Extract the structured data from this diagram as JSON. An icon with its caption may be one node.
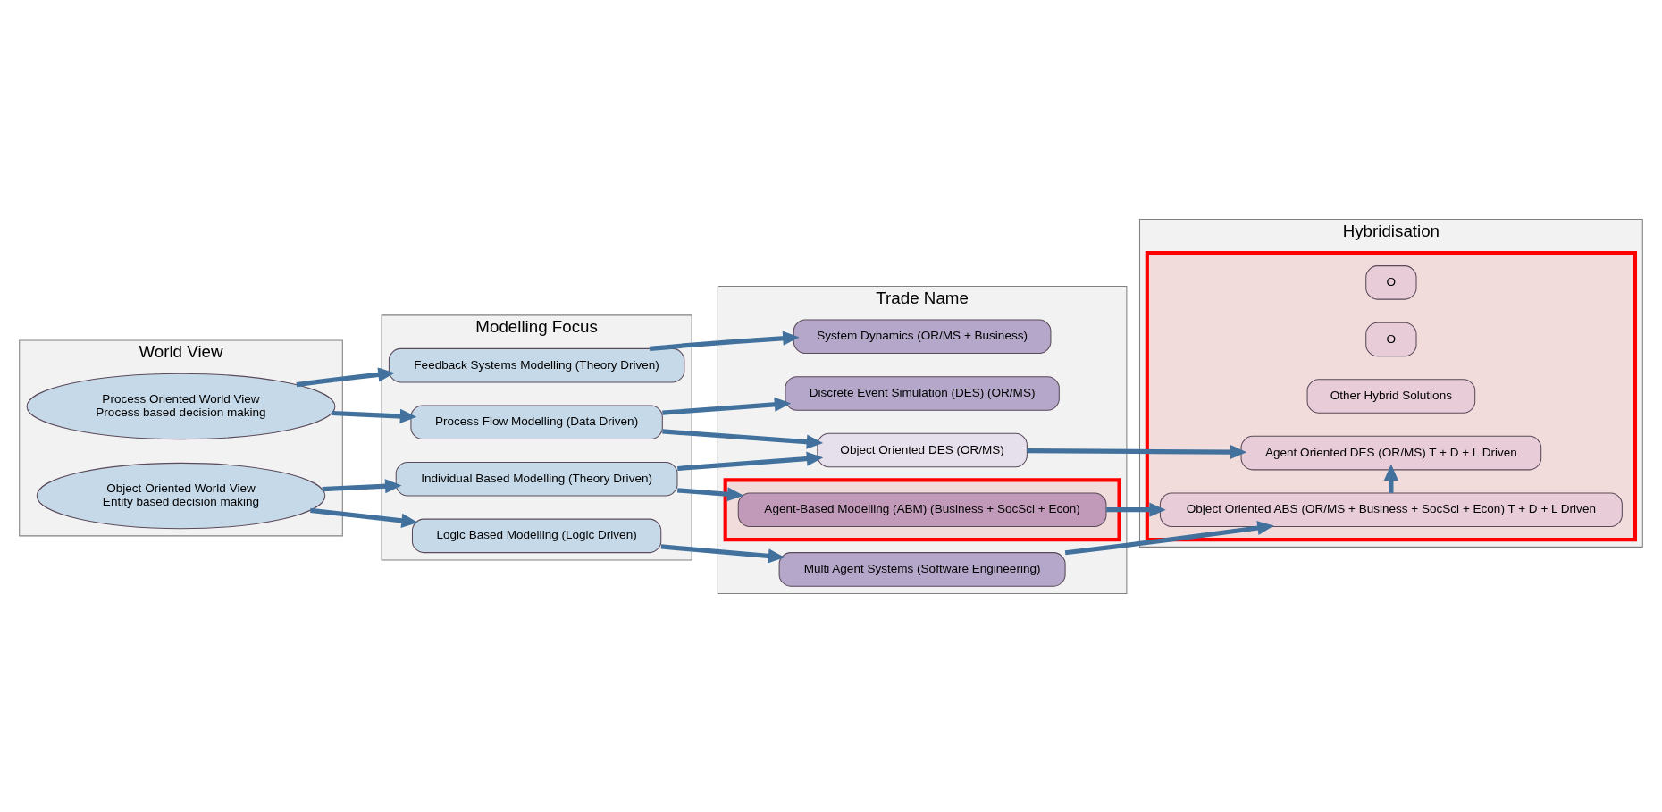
{
  "diagram": {
    "nodes": [
      {
        "text": [
          "World View"
        ]
      },
      {
        "text": [
          "Process Oriented World View",
          "Process based decision making"
        ],
        "in": 0
      },
      {
        "text": [
          "Object Oriented World View",
          "Entity based decision making"
        ],
        "in": 0
      },
      {
        "text": [
          "Modelling Focus"
        ]
      },
      {
        "text": [
          "Feedback Systems Modelling (Theory Driven)"
        ],
        "in": 3
      },
      {
        "text": [
          "Process Flow Modelling (Data Driven)"
        ],
        "in": 3
      },
      {
        "text": [
          "Individual Based Modelling (Theory Driven)"
        ],
        "in": 3
      },
      {
        "text": [
          "Logic Based Modelling (Logic Driven)"
        ],
        "in": 3
      },
      {
        "text": [
          "Trade Name"
        ]
      },
      {
        "text": [
          "System Dynamics (OR/MS + Business)"
        ],
        "in": 8
      },
      {
        "text": [
          "Discrete Event Simulation (DES) (OR/MS)"
        ],
        "in": 8
      },
      {
        "text": [
          "Object Oriented DES (OR/MS)"
        ],
        "in": 8
      },
      {
        "text": [],
        "shape": "box",
        "in": 8
      },
      {
        "text": [
          "Agent-Based Modelling (ABM) (Business + SocSci + Econ)"
        ],
        "in": 12
      },
      {
        "text": [
          "Multi Agent Systems (Software Engineering)"
        ],
        "in": 8
      },
      {
        "text": [
          "Hybridisation"
        ]
      },
      {
        "text": [],
        "shape": "box",
        "in": 15
      },
      {
        "text": [
          "O"
        ],
        "in": 16
      },
      {
        "text": [
          "O"
        ],
        "in": 16
      },
      {
        "text": [
          "Other Hybrid Solutions"
        ],
        "in": 16
      },
      {
        "text": [
          "Agent Oriented DES (OR/MS) T + D + L Driven"
        ],
        "in": 16
      },
      {
        "text": [
          "Object Oriented ABS (OR/MS + Business + SocSci + Econ) T + D + L Driven"
        ],
        "in": 16
      }
    ],
    "edges": [
      {
        "from": 1,
        "to": 4,
        "arrow": "to"
      },
      {
        "from": 1,
        "to": 5,
        "arrow": "to"
      },
      {
        "from": 2,
        "to": 6,
        "arrow": "to"
      },
      {
        "from": 2,
        "to": 7,
        "arrow": "to"
      },
      {
        "from": 4,
        "to": 9,
        "arrow": "to"
      },
      {
        "from": 5,
        "to": 10,
        "arrow": "to"
      },
      {
        "from": 5,
        "to": 11,
        "arrow": "to"
      },
      {
        "from": 6,
        "to": 11,
        "arrow": "to"
      },
      {
        "from": 6,
        "to": 13,
        "arrow": "to"
      },
      {
        "from": 7,
        "to": 14,
        "arrow": "to"
      },
      {
        "from": 11,
        "to": 20,
        "arrow": "to"
      },
      {
        "from": 13,
        "to": 21,
        "arrow": "to"
      },
      {
        "from": 14,
        "to": 21,
        "arrow": "to"
      },
      {
        "from": 21,
        "to": 20,
        "arrow": "to"
      }
    ]
  }
}
